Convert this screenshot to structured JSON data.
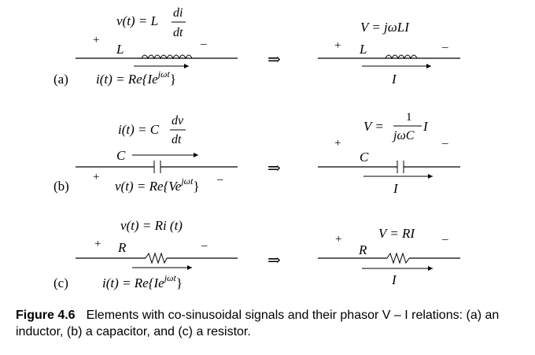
{
  "panels": [
    {
      "label": "(a)",
      "left": {
        "relation": "v(t) = L",
        "frac_num": "di",
        "frac_den": "dt",
        "element": "L",
        "plus": "+",
        "minus": "–",
        "signal": "i(t) = Re{Ie",
        "signal_exp": "jωt",
        "signal_close": "}"
      },
      "arrow": "⇒",
      "right": {
        "relation": "V = jωLI",
        "element": "L",
        "plus": "+",
        "minus": "–",
        "signal": "I"
      }
    },
    {
      "label": "(b)",
      "left": {
        "relation": "i(t) = C",
        "frac_num": "dv",
        "frac_den": "dt",
        "element": "C",
        "plus": "+",
        "minus": "–",
        "signal": "v(t) = Re{Ve",
        "signal_exp": "jωt",
        "signal_close": "}"
      },
      "arrow": "⇒",
      "right": {
        "relation_pre": "V =",
        "frac_num": "1",
        "frac_den": "jωC",
        "relation_post": "I",
        "element": "C",
        "plus": "+",
        "minus": "–",
        "signal": "I"
      }
    },
    {
      "label": "(c)",
      "left": {
        "relation": "v(t) = Ri (t)",
        "element": "R",
        "plus": "+",
        "minus": "–",
        "signal": "i(t) = Re{Ie",
        "signal_exp": "jωt",
        "signal_close": "}"
      },
      "arrow": "⇒",
      "right": {
        "relation": "V = RI",
        "element": "R",
        "plus": "+",
        "minus": "–",
        "signal": "I"
      }
    }
  ],
  "caption": {
    "label": "Figure 4.6",
    "text": "Elements with co-sinusoidal signals and their phasor V – I relations: (a) an inductor, (b) a capacitor, and (c) a resistor."
  }
}
